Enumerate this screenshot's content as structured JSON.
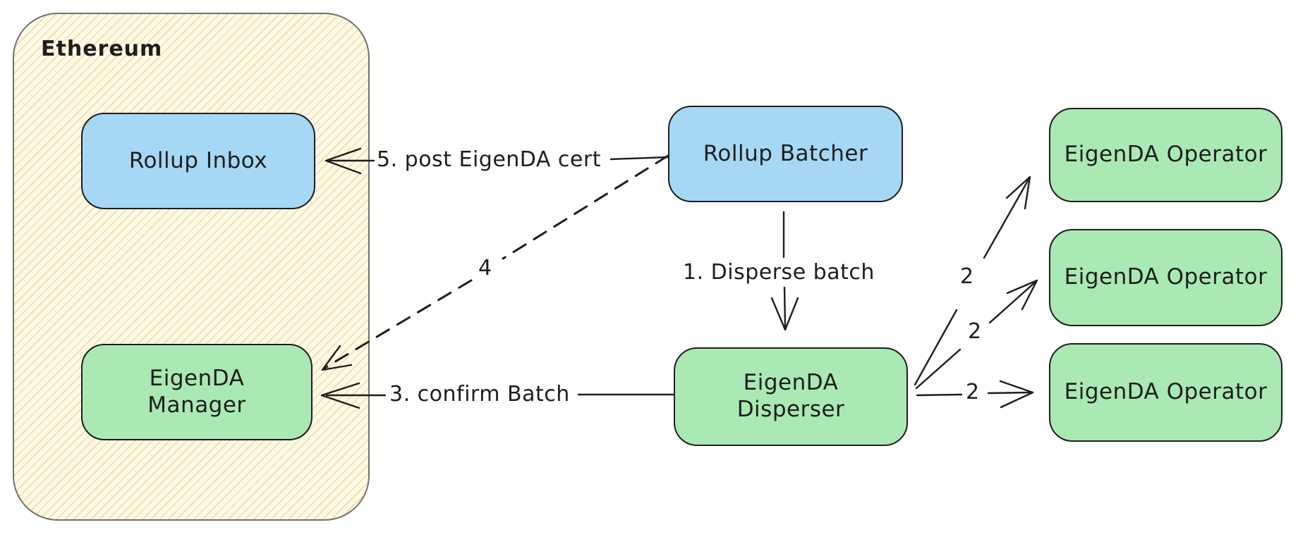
{
  "diagram": {
    "container": {
      "label": "Ethereum"
    },
    "nodes": {
      "rollup_inbox": {
        "label": "Rollup Inbox",
        "fill": "#a6d8f5"
      },
      "eigenda_manager": {
        "label": "EigenDA\nManager",
        "fill": "#aae9b4"
      },
      "rollup_batcher": {
        "label": "Rollup Batcher",
        "fill": "#a6d8f5"
      },
      "eigenda_disperser": {
        "label": "EigenDA\nDisperser",
        "fill": "#aae9b4"
      },
      "eigenda_operator_top": {
        "label": "EigenDA Operator",
        "fill": "#aae9b4"
      },
      "eigenda_operator_middle": {
        "label": "EigenDA Operator",
        "fill": "#aae9b4"
      },
      "eigenda_operator_bottom": {
        "label": "EigenDA Operator",
        "fill": "#aae9b4"
      }
    },
    "edges": {
      "disperse_batch": {
        "label": "1. Disperse batch",
        "style": "solid",
        "from": "rollup_batcher",
        "to": "eigenda_disperser"
      },
      "chunks_top": {
        "label": "2",
        "style": "solid",
        "from": "eigenda_disperser",
        "to": "eigenda_operator_top"
      },
      "chunks_middle": {
        "label": "2",
        "style": "solid",
        "from": "eigenda_disperser",
        "to": "eigenda_operator_middle"
      },
      "chunks_bottom": {
        "label": "2",
        "style": "solid",
        "from": "eigenda_disperser",
        "to": "eigenda_operator_bottom"
      },
      "confirm_batch": {
        "label": "3. confirm Batch",
        "style": "solid",
        "from": "eigenda_disperser",
        "to": "eigenda_manager"
      },
      "post_cert_return": {
        "label": "4",
        "style": "dashed",
        "from": "rollup_batcher",
        "to": "eigenda_manager"
      },
      "post_cert": {
        "label": "5. post EigenDA cert",
        "style": "solid",
        "from": "rollup_batcher",
        "to": "rollup_inbox"
      }
    },
    "colors": {
      "node_blue": "#a6d8f5",
      "node_green": "#aae9b4",
      "container_fill": "#fcf9e9",
      "container_hatch": "#f2dd9e",
      "container_stroke": "#6f6f6f",
      "node_stroke": "#1e1e1e",
      "arrow": "#1e1e1e",
      "text": "#1e1e1e",
      "canvas": "#ffffff"
    }
  }
}
